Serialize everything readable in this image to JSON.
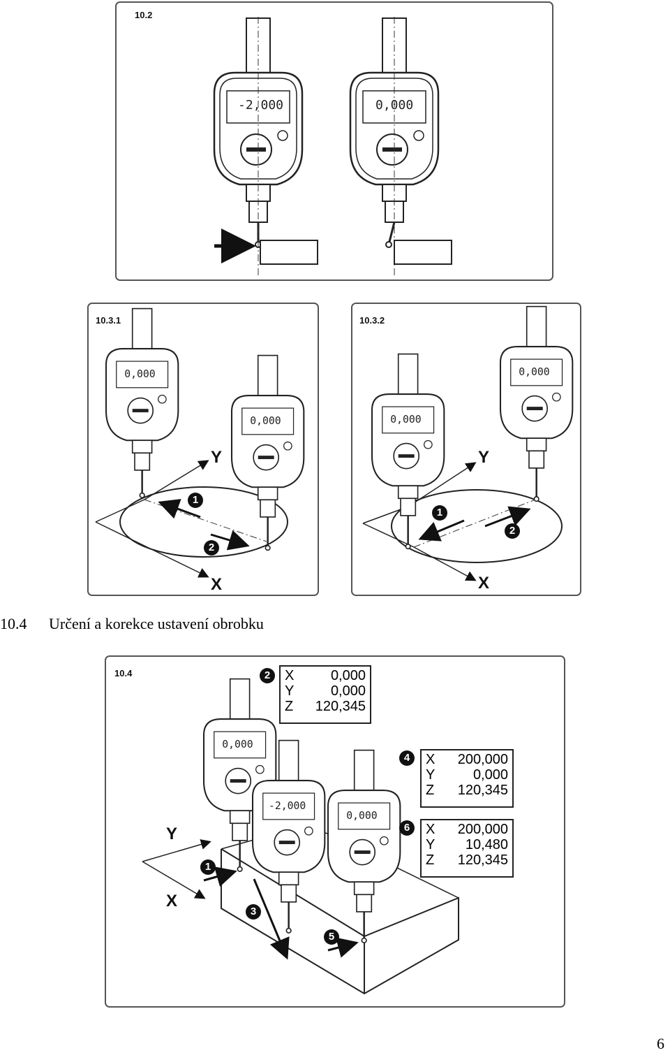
{
  "panels": {
    "p102": {
      "label": "10.2",
      "readouts": [
        "-2,000",
        "0,000"
      ]
    },
    "p1031": {
      "label": "10.3.1",
      "readouts": [
        "0,000",
        "0,000"
      ],
      "axes": {
        "x": "X",
        "y": "Y"
      },
      "badges": [
        "1",
        "2"
      ]
    },
    "p1032": {
      "label": "10.3.2",
      "readouts": [
        "0,000",
        "0,000"
      ],
      "axes": {
        "x": "X",
        "y": "Y"
      },
      "badges": [
        "1",
        "2"
      ]
    },
    "p104": {
      "label": "10.4",
      "readouts": [
        "0,000",
        "-2,000",
        "0,000"
      ],
      "axes": {
        "x": "X",
        "y": "Y"
      },
      "badges": [
        "1",
        "2",
        "3",
        "4",
        "5",
        "6"
      ],
      "coords": [
        {
          "badge": "2",
          "rows": [
            {
              "axis": "X",
              "value": "0,000"
            },
            {
              "axis": "Y",
              "value": "0,000"
            },
            {
              "axis": "Z",
              "value": "120,345"
            }
          ]
        },
        {
          "badge": "4",
          "rows": [
            {
              "axis": "X",
              "value": "200,000"
            },
            {
              "axis": "Y",
              "value": "0,000"
            },
            {
              "axis": "Z",
              "value": "120,345"
            }
          ]
        },
        {
          "badge": "6",
          "rows": [
            {
              "axis": "X",
              "value": "200,000"
            },
            {
              "axis": "Y",
              "value": "10,480"
            },
            {
              "axis": "Z",
              "value": "120,345"
            }
          ]
        }
      ]
    }
  },
  "section": {
    "number": "10.4",
    "title": "Určení a korekce ustavení obrobku"
  },
  "page_number": "6",
  "icons": {
    "gauge": "digital-edge-finder-icon",
    "arrow": "arrow-icon"
  }
}
